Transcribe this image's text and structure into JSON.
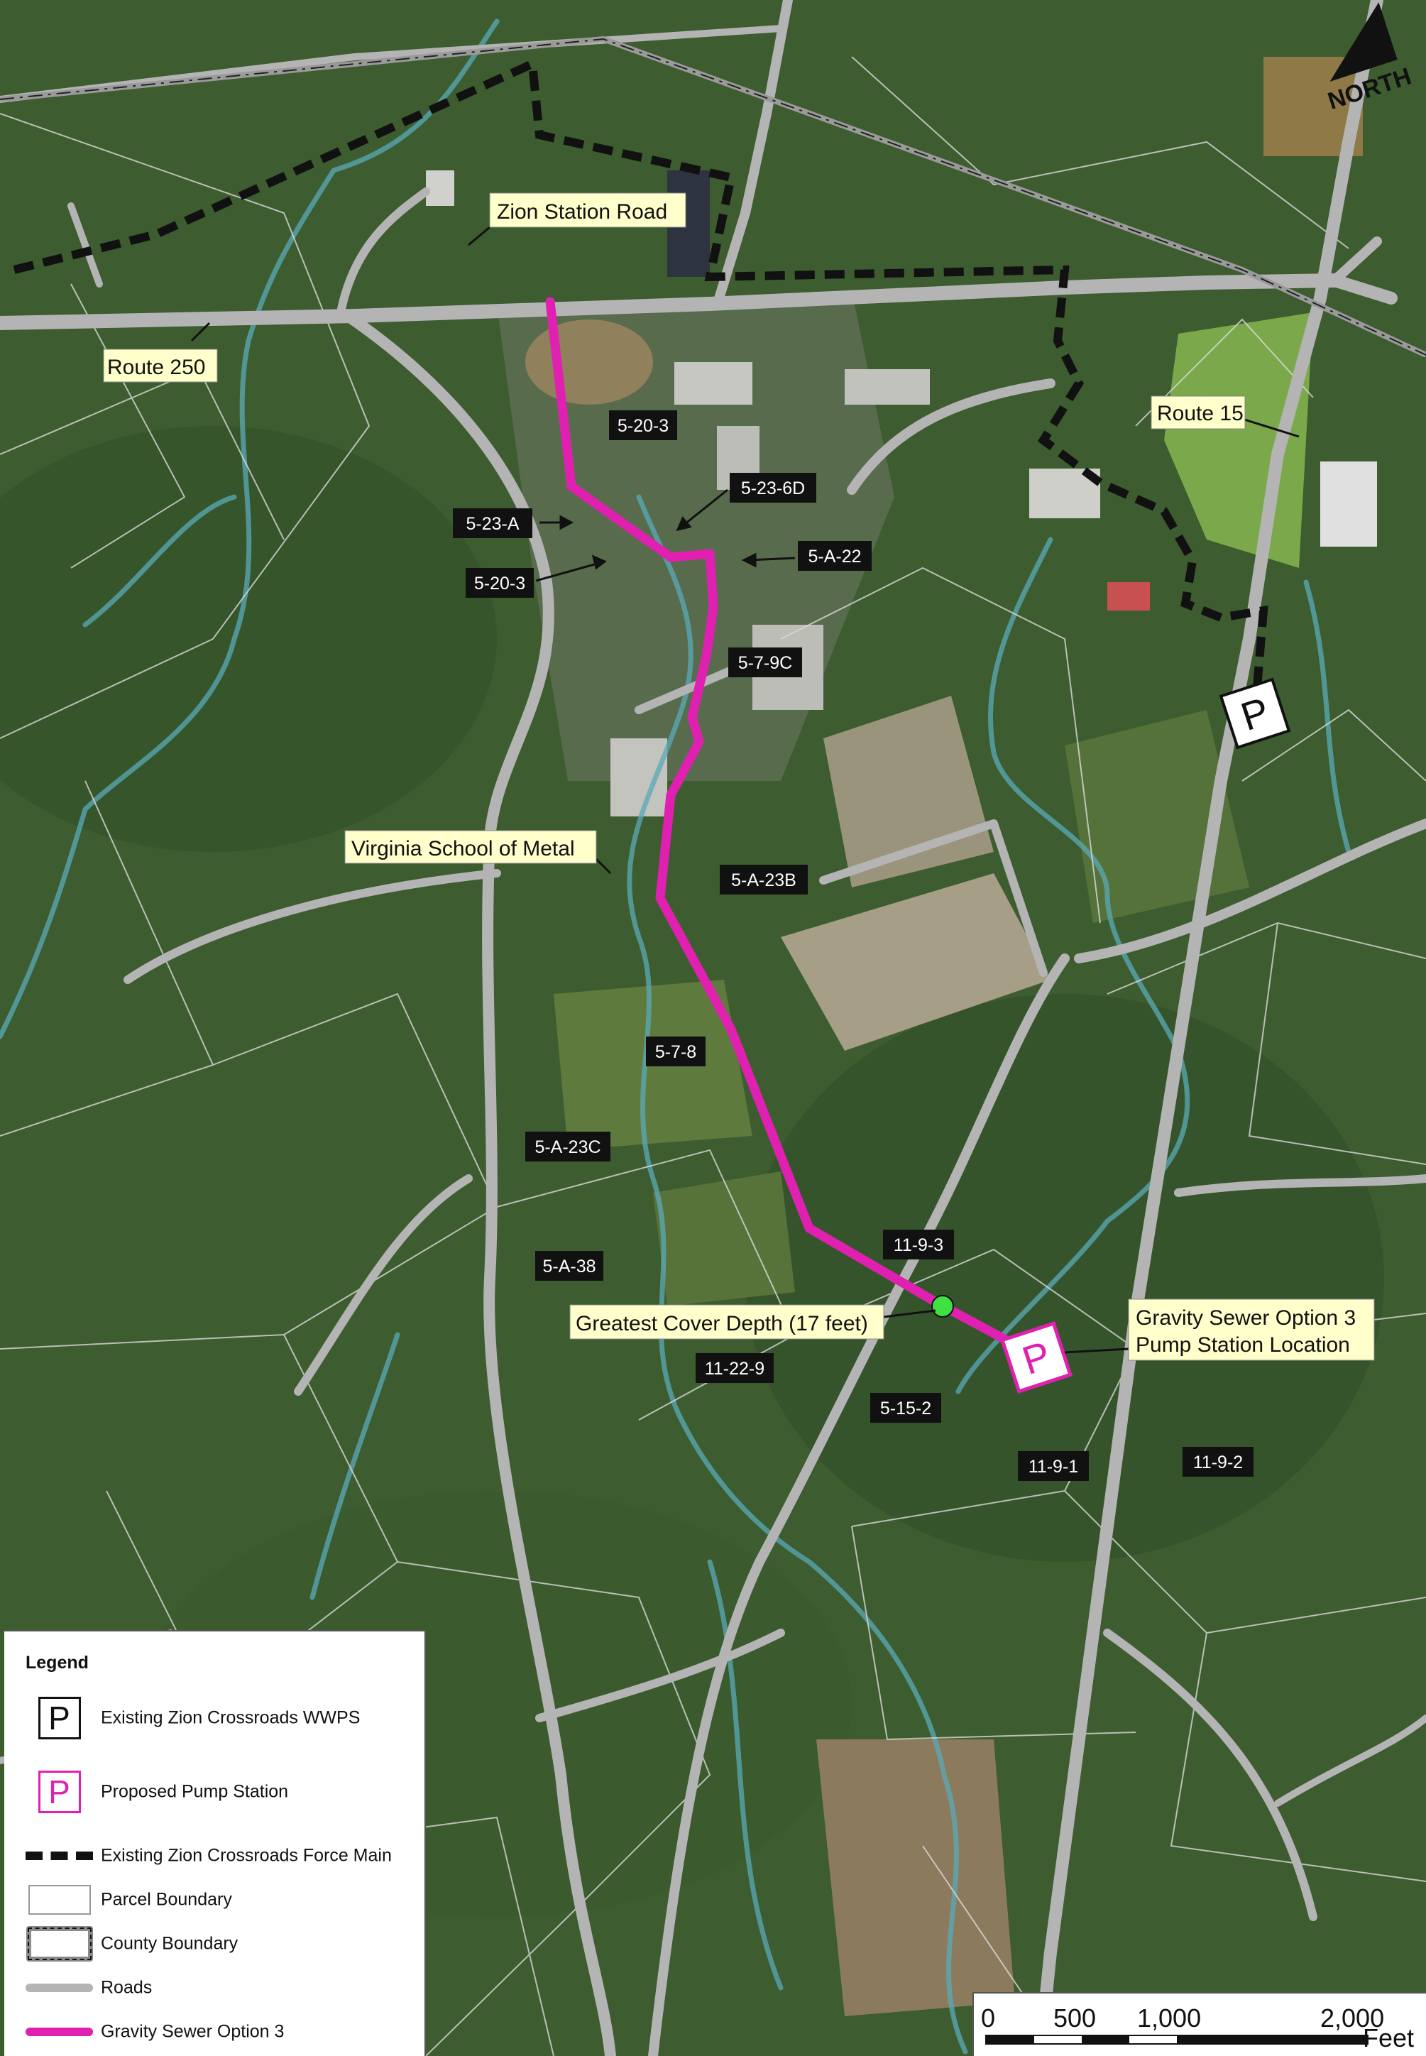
{
  "map": {
    "north_label": "NORTH",
    "road_labels": {
      "zion_station_road": "Zion Station Road",
      "route_250": "Route 250",
      "route_15": "Route 15",
      "virginia_school_of_metal": "Virginia School of Metal"
    },
    "annotations": {
      "greatest_cover": "Greatest Cover Depth (17 feet)",
      "pump_station_line1": "Gravity Sewer Option 3",
      "pump_station_line2": "Pump Station Location"
    },
    "parcels": [
      "5-20-3",
      "5-23-6D",
      "5-23-A",
      "5-A-22",
      "5-20-3",
      "5-7-9C",
      "5-A-23B",
      "5-7-8",
      "5-A-23C",
      "11-9-3",
      "5-A-38",
      "11-22-9",
      "5-15-2",
      "11-9-1",
      "11-9-2"
    ],
    "pump_symbol": "P",
    "colors": {
      "gravity_sewer": "#e020b0",
      "force_main": "#111111",
      "roads": "#b4b4b4",
      "parcel_boundary": "#d9d9d9",
      "stream": "#5aa9b8",
      "cover_depth_marker": "#3fe03f",
      "label_box": "#ffffcc"
    }
  },
  "legend": {
    "title": "Legend",
    "items": [
      {
        "symbol": "P",
        "label": "Existing Zion Crossroads WWPS"
      },
      {
        "symbol": "P",
        "label": "Proposed Pump Station"
      },
      {
        "label": "Existing Zion Crossroads Force Main"
      },
      {
        "label": "Parcel Boundary"
      },
      {
        "label": "County Boundary"
      },
      {
        "label": "Roads"
      },
      {
        "label": "Gravity Sewer Option 3"
      }
    ]
  },
  "scale_bar": {
    "ticks": [
      "0",
      "500",
      "1,000",
      "2,000"
    ],
    "unit": "Feet"
  }
}
